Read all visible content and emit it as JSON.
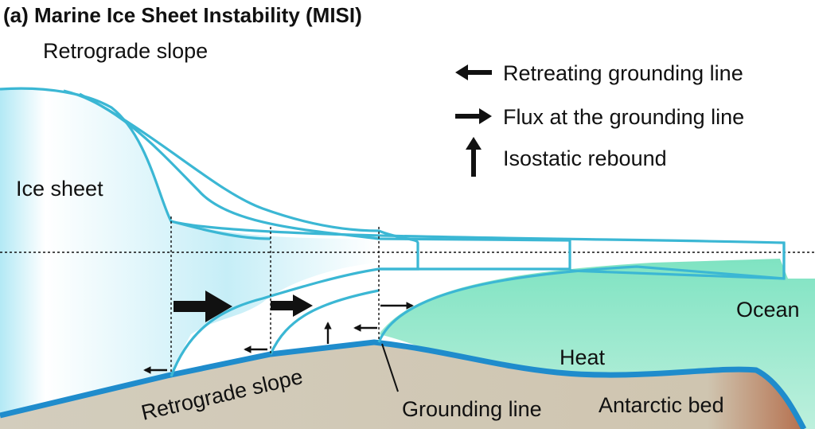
{
  "title": "(a) Marine Ice Sheet Instability (MISI)",
  "subtitle": "Retrograde slope",
  "legend": [
    {
      "icon": "arrow-left-icon",
      "label": "Retreating grounding line"
    },
    {
      "icon": "arrow-right-icon",
      "label": "Flux at the grounding line"
    },
    {
      "icon": "arrow-up-icon",
      "label": "Isostatic rebound"
    }
  ],
  "labels": {
    "ice_sheet": "Ice sheet",
    "ocean": "Ocean",
    "heat": "Heat",
    "retrograde_slope": "Retrograde slope",
    "grounding_line": "Grounding line",
    "antarctic_bed": "Antarctic bed"
  },
  "colors": {
    "ice_outline": "#3bb7d4",
    "ice_fill": "#c9eef7",
    "ocean": "#8fe6c9",
    "bed": "#d2ccbb",
    "bed_deep": "#b5704e",
    "bed_line": "#1f8ccc"
  }
}
